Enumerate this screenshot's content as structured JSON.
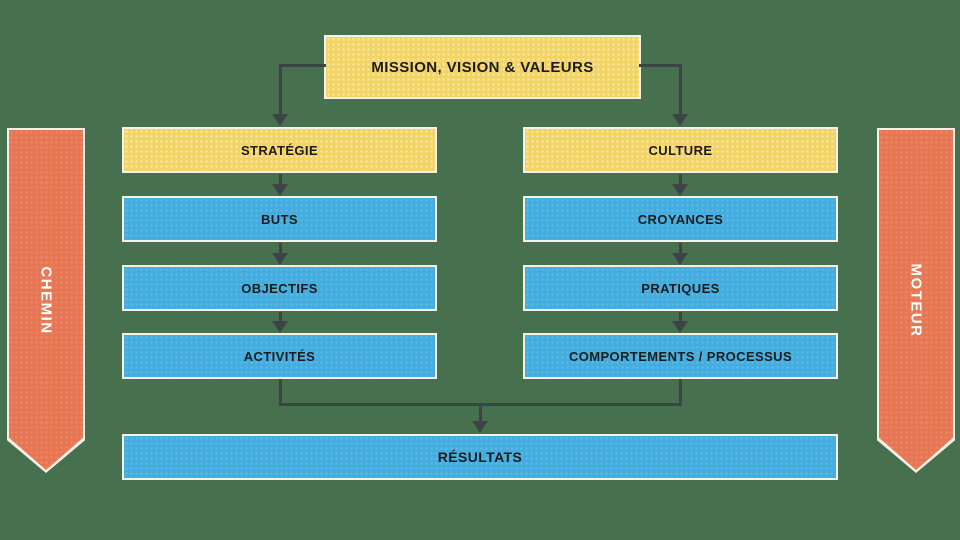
{
  "colors": {
    "background": "#47704F",
    "yellow_box": "#F2D464",
    "blue_box": "#44ADDF",
    "orange_ribbon": "#E77654",
    "connector": "#3E4347",
    "box_border": "#F5F1E6",
    "text_dark": "#1C1C1C",
    "text_light": "#FFFFFF"
  },
  "diagram": {
    "top_box": {
      "label": "MISSION, VISION & VALEURS"
    },
    "left_ribbon": {
      "label": "CHEMIN"
    },
    "right_ribbon": {
      "label": "MOTEUR"
    },
    "left_column": {
      "header": "STRATÉGIE",
      "items": [
        "BUTS",
        "OBJECTIFS",
        "ACTIVITÉS"
      ]
    },
    "right_column": {
      "header": "CULTURE",
      "items": [
        "CROYANCES",
        "PRATIQUES",
        "COMPORTEMENTS / PROCESSUS"
      ]
    },
    "bottom_box": {
      "label": "RÉSULTATS"
    }
  }
}
